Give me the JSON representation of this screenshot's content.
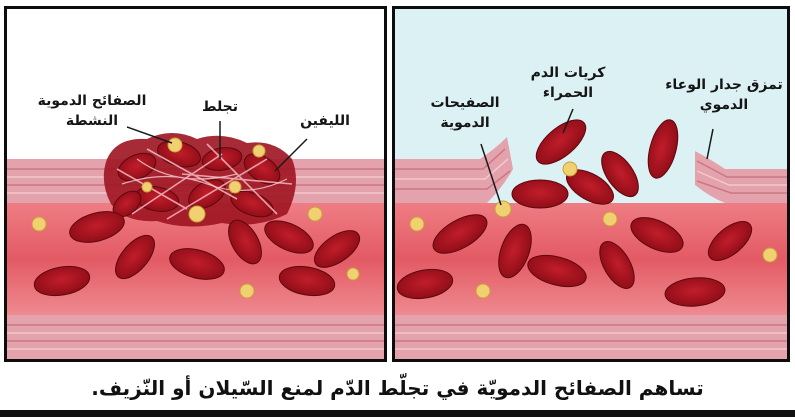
{
  "left_panel": {
    "labels": {
      "activated_platelets": "الصفائح الدموية النشطة",
      "clot": "تجلط",
      "fibrin": "الليفين"
    }
  },
  "right_panel": {
    "labels": {
      "platelets": "الصفيحات الدموية",
      "red_blood_cells": "كريات الدم الحمراء",
      "vessel_wall_tear": "تمزق جدار الوعاء الدموي"
    }
  },
  "caption": "تساهم الصفائح الدمويّة في تجلّط الدّم لمنع السّيلان أو النّزيف.",
  "colors": {
    "vessel_wall": "#e4a2ac",
    "blood": "#e35a64",
    "red_cell": "#a8101c",
    "platelet": "#f0d070",
    "right_background": "#dcf1f4"
  }
}
